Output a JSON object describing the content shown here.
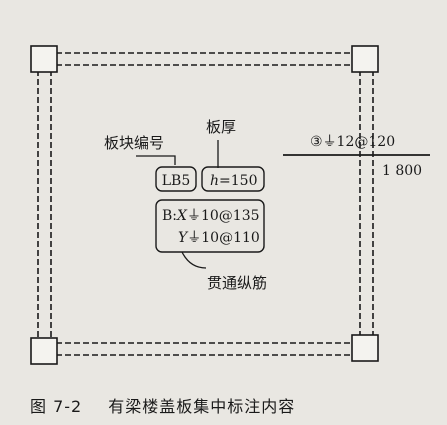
{
  "slab_label": "板块编号",
  "thickness_label": "板厚",
  "slab_code": "LB5",
  "thickness_symbol": "h",
  "thickness_value": "=150",
  "bottom_rebar_x_prefix": "B:",
  "bottom_rebar_x_axis": "X",
  "bottom_rebar_x_spec": "⏚10@135",
  "bottom_rebar_y_axis": "Y",
  "bottom_rebar_y_spec": "⏚10@110",
  "through_rebar_label": "贯通纵筋",
  "support_rebar_mark": "③",
  "support_rebar_spec": "⏚12@120",
  "support_rebar_length": "1 800",
  "caption_number": "图 7-2",
  "caption_text": "有梁楼盖板集中标注内容"
}
